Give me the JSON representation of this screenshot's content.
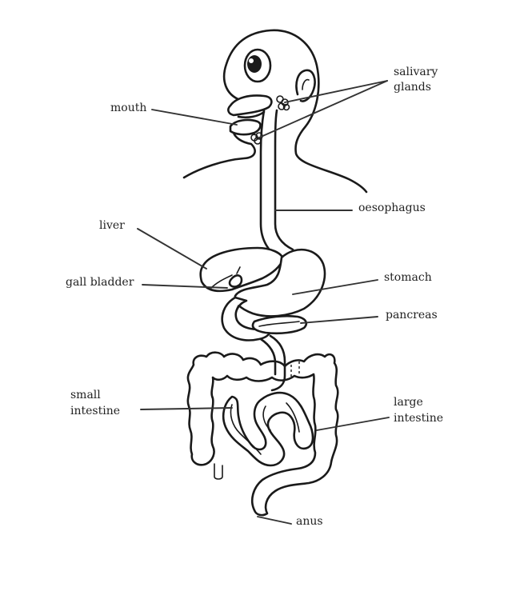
{
  "labels": {
    "mouth": "mouth",
    "salivary_glands_line1": "salivary",
    "salivary_glands_line2": "glands",
    "oesophagus": "oesophagus",
    "liver": "liver",
    "gall_bladder": "gall bladder",
    "stomach": "stomach",
    "pancreas": "pancreas",
    "small_intestine_line1": "small",
    "small_intestine_line2": "intestine",
    "large_intestine_line1": "large",
    "large_intestine_line2": "intestine",
    "anus": "anus"
  },
  "colors": {
    "outline": "#1a1a1a",
    "leader": "#333333",
    "text": "#222222",
    "background": "#ffffff"
  }
}
